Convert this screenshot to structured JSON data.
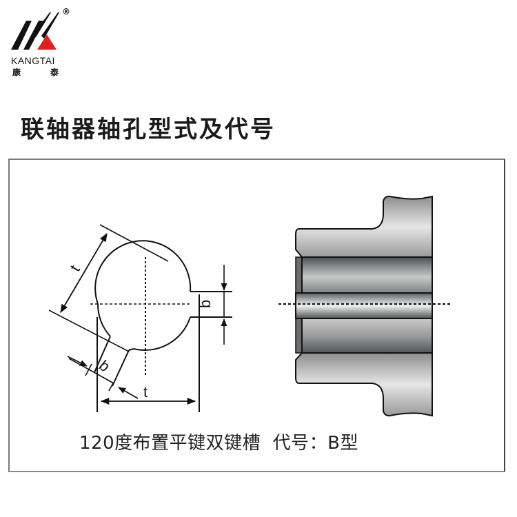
{
  "brand": {
    "name_en": "KANGTAI",
    "name_cn_1": "康",
    "name_cn_2": "泰",
    "registered_mark": "®",
    "colors": {
      "mark_black": "#111111",
      "mark_red": "#e02020"
    }
  },
  "page": {
    "title": "联轴器轴孔型式及代号"
  },
  "diagram": {
    "left_view": {
      "labels": {
        "diag_depth": "t",
        "diag_width": "b",
        "horizontal_depth": "t",
        "vertical_width": "b"
      }
    },
    "right_view": {
      "description": "section view of coupling hub with keyway bore"
    },
    "caption": "120度布置平键双键槽  代号：B型",
    "colors": {
      "line": "#111111",
      "metal_light": "#d8d8d8",
      "metal_dark": "#555a5e"
    }
  }
}
